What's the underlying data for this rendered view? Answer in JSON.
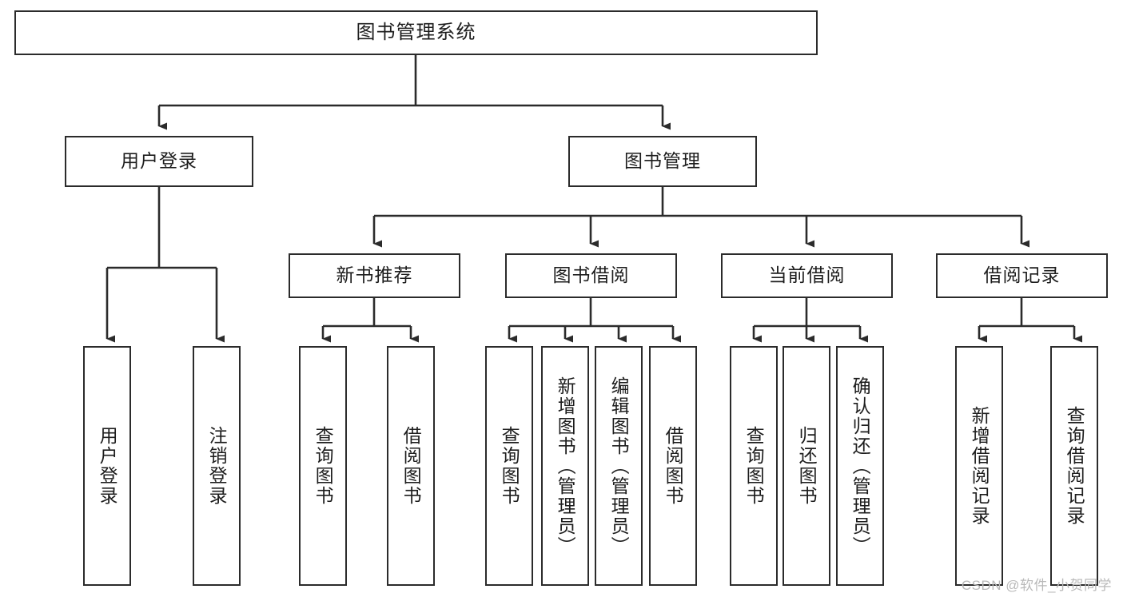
{
  "diagram": {
    "title": "图书管理系统",
    "type": "tree-hierarchy",
    "watermark": "CSDN @软件_小贺同学",
    "colors": {
      "background": "#ffffff",
      "box_border": "#2b2b2b",
      "box_fill": "#ffffff",
      "edge": "#2b2b2b",
      "text": "#1d1d1d",
      "watermark": "#b9b9b9"
    }
  },
  "nodes": {
    "root": {
      "label": "图书管理系统",
      "level": 1
    },
    "level2": [
      {
        "id": "user-login",
        "label": "用户登录"
      },
      {
        "id": "book-manage",
        "label": "图书管理"
      }
    ],
    "level3": [
      {
        "id": "new-book-rec",
        "label": "新书推荐"
      },
      {
        "id": "book-borrow",
        "label": "图书借阅"
      },
      {
        "id": "current-borrow",
        "label": "当前借阅"
      },
      {
        "id": "borrow-record",
        "label": "借阅记录"
      }
    ],
    "leaves": {
      "user-login": [
        {
          "id": "leaf-user-login",
          "label": "用户登录"
        },
        {
          "id": "leaf-logout-login",
          "label": "注销登录"
        }
      ],
      "new-book-rec": [
        {
          "id": "leaf-query-book-1",
          "label": "查询图书"
        },
        {
          "id": "leaf-borrow-book-1",
          "label": "借阅图书"
        }
      ],
      "book-borrow": [
        {
          "id": "leaf-query-book-2",
          "label": "查询图书"
        },
        {
          "id": "leaf-add-book",
          "label": "新增图书（管理员）"
        },
        {
          "id": "leaf-edit-book",
          "label": "编辑图书（管理员）"
        },
        {
          "id": "leaf-borrow-book-2",
          "label": "借阅图书"
        }
      ],
      "current-borrow": [
        {
          "id": "leaf-query-book-3",
          "label": "查询图书"
        },
        {
          "id": "leaf-return-book",
          "label": "归还图书"
        },
        {
          "id": "leaf-confirm-return",
          "label": "确认归还（管理员）"
        }
      ],
      "borrow-record": [
        {
          "id": "leaf-add-record",
          "label": "新增借阅记录"
        },
        {
          "id": "leaf-query-record",
          "label": "查询借阅记录"
        }
      ]
    }
  }
}
